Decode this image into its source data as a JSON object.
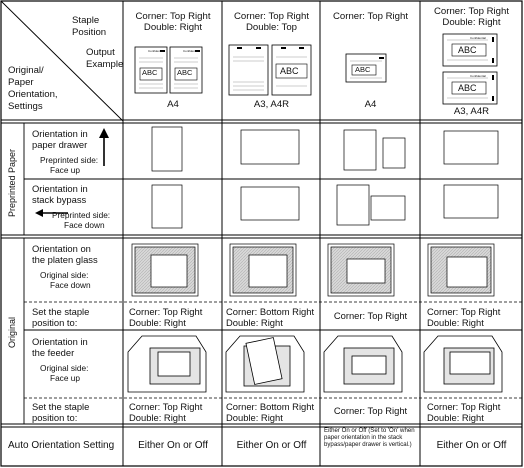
{
  "header": {
    "staple_position_label": [
      "Staple",
      "Position"
    ],
    "output_example_label": [
      "Output",
      "Example"
    ],
    "original_paper_label": [
      "Original/",
      "Paper",
      "Orientation,",
      "Settings"
    ]
  },
  "columns": [
    {
      "staple": [
        "Corner: Top Right",
        "Double: Right"
      ],
      "paper": "A4"
    },
    {
      "staple": [
        "Corner: Top Right",
        "Double: Top"
      ],
      "paper": "A3, A4R"
    },
    {
      "staple": [
        "Corner: Top Right"
      ],
      "paper": "A4"
    },
    {
      "staple": [
        "Corner: Top Right",
        "Double: Right"
      ],
      "paper": "A3, A4R"
    }
  ],
  "sample_text": {
    "abc": "ABC",
    "confidential": "Confidential"
  },
  "sections": {
    "preprinted": {
      "label": "Preprinted Paper",
      "drawer": {
        "title": [
          "Orientation in",
          "paper drawer"
        ],
        "side": [
          "Preprinted side:",
          "Face up"
        ]
      },
      "bypass": {
        "title": [
          "Orientation in",
          "stack bypass"
        ],
        "side": [
          "Preprinted side:",
          "Face down"
        ]
      }
    },
    "original": {
      "label": "Original",
      "platen": {
        "title": [
          "Orientation on",
          "the platen glass"
        ],
        "side": [
          "Original side:",
          "Face down"
        ]
      },
      "platen_staple_label": [
        "Set the staple",
        "position to:"
      ],
      "platen_staple_values": [
        [
          "Corner: Top Right",
          "Double: Right"
        ],
        [
          "Corner: Bottom Right",
          "Double: Right"
        ],
        [
          "Corner: Top Right"
        ],
        [
          "Corner: Top Right",
          "Double: Right"
        ]
      ],
      "feeder": {
        "title": [
          "Orientation in",
          "the feeder"
        ],
        "side": [
          "Original side:",
          "Face up"
        ]
      },
      "feeder_staple_label": [
        "Set the staple",
        "position to:"
      ],
      "feeder_staple_values": [
        [
          "Corner: Top Right",
          "Double: Right"
        ],
        [
          "Corner: Bottom Right",
          "Double: Right"
        ],
        [
          "Corner: Top Right"
        ],
        [
          "Corner: Top Right",
          "Double: Right"
        ]
      ]
    }
  },
  "auto_orientation": {
    "label": "Auto Orientation Setting",
    "values": [
      "Either On or Off",
      "Either On or Off",
      "Either On or Off (Set to 'On' when paper orientation in the stack bypass/paper drawer is vertical.)",
      "Either On or Off"
    ]
  }
}
